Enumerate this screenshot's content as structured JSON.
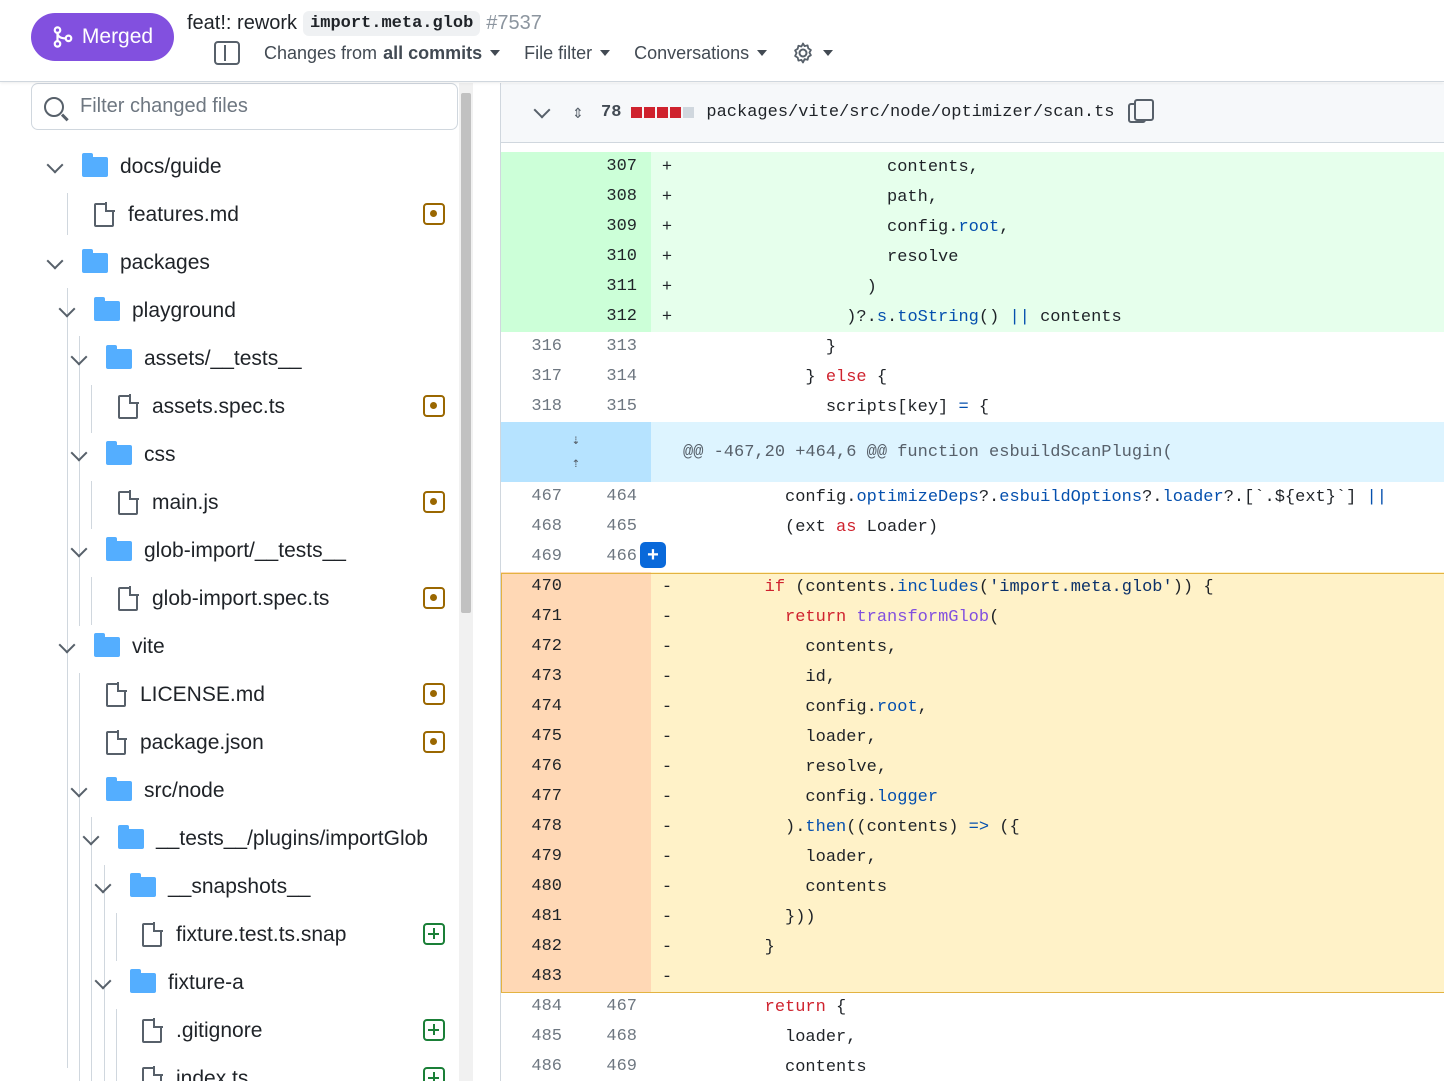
{
  "header": {
    "status": "Merged",
    "title_prefix": "feat!: rework",
    "title_code": "import.meta.glob",
    "pr_number": "#7537",
    "changes_from_label": "Changes from",
    "changes_from_value": "all commits",
    "file_filter_label": "File filter",
    "conversations_label": "Conversations"
  },
  "sidebar": {
    "filter_placeholder": "Filter changed files",
    "items": [
      {
        "type": "folder",
        "label": "docs/guide"
      },
      {
        "type": "file",
        "label": "features.md",
        "status": "modified"
      },
      {
        "type": "folder",
        "label": "packages"
      },
      {
        "type": "folder",
        "label": "playground"
      },
      {
        "type": "folder",
        "label": "assets/__tests__"
      },
      {
        "type": "file",
        "label": "assets.spec.ts",
        "status": "modified"
      },
      {
        "type": "folder",
        "label": "css"
      },
      {
        "type": "file",
        "label": "main.js",
        "status": "modified"
      },
      {
        "type": "folder",
        "label": "glob-import/__tests__"
      },
      {
        "type": "file",
        "label": "glob-import.spec.ts",
        "status": "modified"
      },
      {
        "type": "folder",
        "label": "vite"
      },
      {
        "type": "file",
        "label": "LICENSE.md",
        "status": "modified"
      },
      {
        "type": "file",
        "label": "package.json",
        "status": "modified"
      },
      {
        "type": "folder",
        "label": "src/node"
      },
      {
        "type": "folder",
        "label": "__tests__/plugins/importGlob"
      },
      {
        "type": "folder",
        "label": "__snapshots__"
      },
      {
        "type": "file",
        "label": "fixture.test.ts.snap",
        "status": "added"
      },
      {
        "type": "folder",
        "label": "fixture-a"
      },
      {
        "type": "file",
        "label": ".gitignore",
        "status": "added"
      },
      {
        "type": "file",
        "label": "index.ts",
        "status": "added"
      }
    ]
  },
  "diff": {
    "file_changes": "78",
    "file_path": "packages/vite/src/node/optimizer/scan.ts",
    "hunk_header": "@@ -467,20 +464,6 @@ function esbuildScanPlugin(",
    "lines_top": [
      {
        "old": "",
        "new": "307",
        "sign": "+",
        "code": "                    contents,"
      },
      {
        "old": "",
        "new": "308",
        "sign": "+",
        "code": "                    path,"
      },
      {
        "old": "",
        "new": "309",
        "sign": "+",
        "code": "                    config.root,"
      },
      {
        "old": "",
        "new": "310",
        "sign": "+",
        "code": "                    resolve"
      },
      {
        "old": "",
        "new": "311",
        "sign": "+",
        "code": "                  )"
      },
      {
        "old": "",
        "new": "312",
        "sign": "+",
        "code": "                )?.s.toString() || contents"
      },
      {
        "old": "316",
        "new": "313",
        "sign": "",
        "code": "              }"
      },
      {
        "old": "317",
        "new": "314",
        "sign": "",
        "code": "            } else {"
      },
      {
        "old": "318",
        "new": "315",
        "sign": "",
        "code": "              scripts[key] = {"
      }
    ],
    "lines_bottom": [
      {
        "old": "467",
        "new": "464",
        "sign": "",
        "code": "          config.optimizeDeps?.esbuildOptions?.loader?.[`.${ext}`] ||"
      },
      {
        "old": "468",
        "new": "465",
        "sign": "",
        "code": "          (ext as Loader)"
      },
      {
        "old": "469",
        "new": "466",
        "sign": "",
        "code": ""
      },
      {
        "old": "470",
        "new": "",
        "sign": "-",
        "code": "        if (contents.includes('import.meta.glob')) {"
      },
      {
        "old": "471",
        "new": "",
        "sign": "-",
        "code": "          return transformGlob("
      },
      {
        "old": "472",
        "new": "",
        "sign": "-",
        "code": "            contents,"
      },
      {
        "old": "473",
        "new": "",
        "sign": "-",
        "code": "            id,"
      },
      {
        "old": "474",
        "new": "",
        "sign": "-",
        "code": "            config.root,"
      },
      {
        "old": "475",
        "new": "",
        "sign": "-",
        "code": "            loader,"
      },
      {
        "old": "476",
        "new": "",
        "sign": "-",
        "code": "            resolve,"
      },
      {
        "old": "477",
        "new": "",
        "sign": "-",
        "code": "            config.logger"
      },
      {
        "old": "478",
        "new": "",
        "sign": "-",
        "code": "          ).then((contents) => ({"
      },
      {
        "old": "479",
        "new": "",
        "sign": "-",
        "code": "            loader,"
      },
      {
        "old": "480",
        "new": "",
        "sign": "-",
        "code": "            contents"
      },
      {
        "old": "481",
        "new": "",
        "sign": "-",
        "code": "          }))"
      },
      {
        "old": "482",
        "new": "",
        "sign": "-",
        "code": "        }"
      },
      {
        "old": "483",
        "new": "",
        "sign": "-",
        "code": ""
      },
      {
        "old": "484",
        "new": "467",
        "sign": "",
        "code": "        return {"
      },
      {
        "old": "485",
        "new": "468",
        "sign": "",
        "code": "          loader,"
      },
      {
        "old": "486",
        "new": "469",
        "sign": "",
        "code": "          contents"
      }
    ]
  },
  "colors": {
    "merged": "#8250df",
    "added_bg": "#ccffd8",
    "deleted_highlight": "#ffd8b5",
    "hunk_bg": "#ddf4ff"
  }
}
